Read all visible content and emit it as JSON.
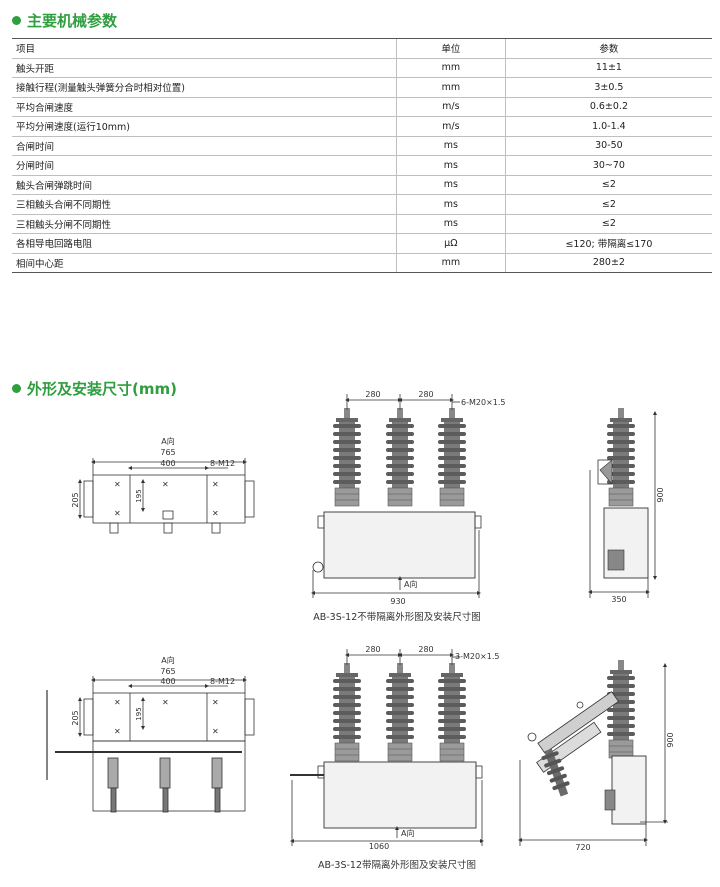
{
  "section1": {
    "title": "主要机械参数"
  },
  "table": {
    "headers": [
      "项目",
      "单位",
      "参数"
    ],
    "rows": [
      [
        "触头开距",
        "mm",
        "11±1"
      ],
      [
        "接触行程(测量触头弹簧分合时相对位置)",
        "mm",
        "3±0.5"
      ],
      [
        "平均合闸速度",
        "m/s",
        "0.6±0.2"
      ],
      [
        "平均分闸速度(运行10mm)",
        "m/s",
        "1.0-1.4"
      ],
      [
        "合闸时间",
        "ms",
        "30-50"
      ],
      [
        "分闸时间",
        "ms",
        "30~70"
      ],
      [
        "触头合闸弹跳时间",
        "ms",
        "≤2"
      ],
      [
        "三相触头合闸不同期性",
        "ms",
        "≤2"
      ],
      [
        "三相触头分闸不同期性",
        "ms",
        "≤2"
      ],
      [
        "各相导电回路电阻",
        "μΩ",
        "≤120; 带隔离≤170"
      ],
      [
        "相间中心距",
        "mm",
        "280±2"
      ]
    ]
  },
  "section2": {
    "title": "外形及安装尺寸(mm)"
  },
  "figure1": {
    "caption": "AB-3S-12不带隔离外形图及安装尺寸图",
    "top": {
      "a_dir": "A向",
      "d765": "765",
      "d400": "400",
      "bolts": "8-M12",
      "d205": "205",
      "d195": "195"
    },
    "front": {
      "d280a": "280",
      "d280b": "280",
      "thread": "6-M20×1.5",
      "a_dir": "A向",
      "d930": "930"
    },
    "side": {
      "d900": "900",
      "d350": "350"
    }
  },
  "figure2": {
    "caption": "AB-3S-12带隔离外形图及安装尺寸图",
    "top": {
      "a_dir": "A向",
      "d765": "765",
      "d400": "400",
      "bolts": "8-M12",
      "d205": "205",
      "d195": "195"
    },
    "front": {
      "d280a": "280",
      "d280b": "280",
      "thread": "3-M20×1.5",
      "a_dir": "A向",
      "d1060": "1060"
    },
    "side": {
      "d900": "900",
      "d720": "720"
    }
  },
  "colors": {
    "accent": "#2e9e3e",
    "line": "#333333",
    "insulator": "#6b6b6b"
  }
}
